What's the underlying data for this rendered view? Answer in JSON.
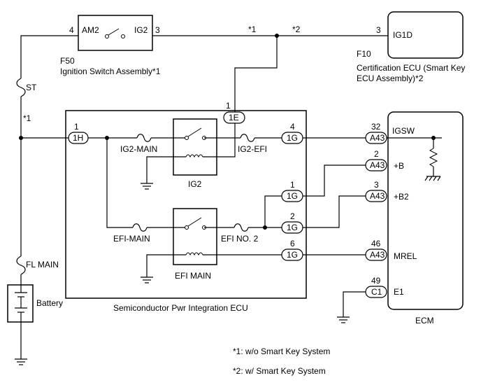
{
  "ignition_switch": {
    "ref": "F50",
    "name": "Ignition Switch Assembly*1",
    "pin_left": "AM2",
    "pin_right": "IG2",
    "pin_left_num": "4",
    "pin_right_num": "3"
  },
  "cert_ecu": {
    "ref": "F10",
    "name_line1": "Certification ECU (Smart Key",
    "name_line2": "ECU Assembly)*2",
    "pin": "IG1D",
    "pin_num": "3"
  },
  "wire_notes": {
    "note1": "*1",
    "note2": "*2",
    "left_note": "*1"
  },
  "fuses": {
    "st": "ST",
    "fl_main": "FL MAIN",
    "ig2_main": "IG2-MAIN",
    "ig2_efi": "IG2-EFI",
    "efi_main": "EFI-MAIN",
    "efi_no2": "EFI NO. 2"
  },
  "battery": {
    "label": "Battery"
  },
  "integration_ecu": {
    "name": "Semiconductor Pwr Integration ECU",
    "relay_ig2": "IG2",
    "relay_efi": "EFI MAIN",
    "connectors": {
      "c1e": {
        "code": "1E",
        "pin": "1"
      },
      "c1h": {
        "code": "1H",
        "pin": "1"
      },
      "c1g_4": {
        "code": "1G",
        "pin": "4"
      },
      "c1g_1": {
        "code": "1G",
        "pin": "1"
      },
      "c1g_2": {
        "code": "1G",
        "pin": "2"
      },
      "c1g_6": {
        "code": "1G",
        "pin": "6"
      }
    }
  },
  "ecm": {
    "name": "ECM",
    "terminals": [
      {
        "code": "A43",
        "pin": "32",
        "label": "IGSW"
      },
      {
        "code": "A43",
        "pin": "2",
        "label": "+B"
      },
      {
        "code": "A43",
        "pin": "3",
        "label": "+B2"
      },
      {
        "code": "A43",
        "pin": "46",
        "label": "MREL"
      },
      {
        "code": "C1",
        "pin": "49",
        "label": "E1"
      }
    ]
  },
  "footnotes": {
    "note1": "*1: w/o Smart Key System",
    "note2": "*2: w/ Smart Key System"
  }
}
